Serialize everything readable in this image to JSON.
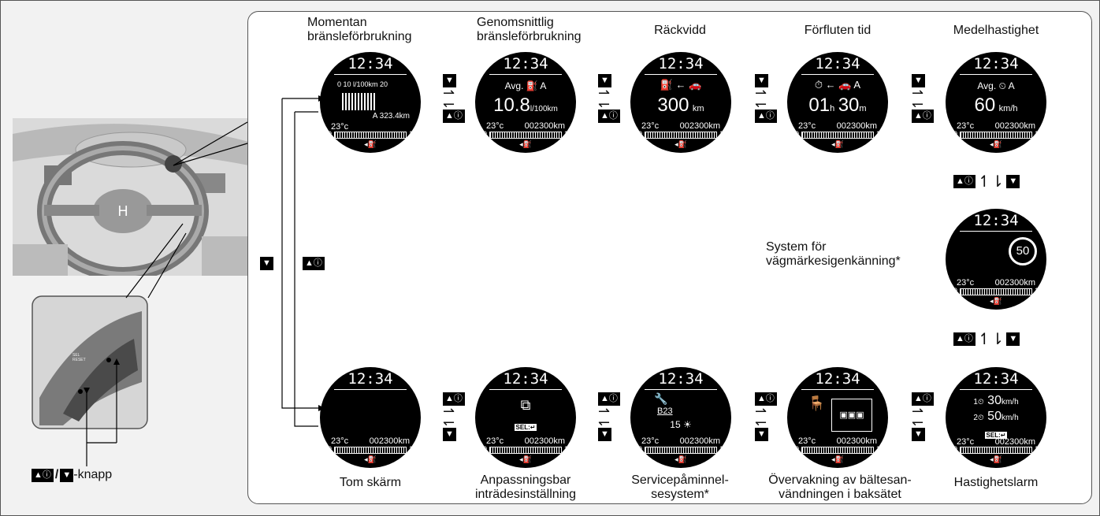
{
  "clock": "12:34",
  "temp": "23°c",
  "odometer": "002300km",
  "bar_left": "0",
  "bar_right": "1",
  "btn_up": "▲ⓘ",
  "btn_down": "▼",
  "sel_label": "SEL:↵",
  "top_labels": [
    [
      "Momentan",
      "bränsleförbrukning"
    ],
    [
      "Genomsnittlig",
      "bränsleförbrukning"
    ],
    [
      "Räckvidd"
    ],
    [
      "Förfluten tid"
    ],
    [
      "Medelhastighet"
    ]
  ],
  "bottom_labels": [
    [
      "Tom skärm"
    ],
    [
      "Anpassningsbar",
      "inträdesinställning"
    ],
    [
      "Servicepåminnel-",
      "sesystem*"
    ],
    [
      "Övervakning av bältesan-",
      "vändningen i baksätet"
    ],
    [
      "Hastighetslarm"
    ]
  ],
  "middle_label": [
    "System för",
    "vägmärkesigenkänning*"
  ],
  "instant": {
    "scale": "0    10 l/100km 20",
    "range": "A 323.4km"
  },
  "average": {
    "title": "Avg.",
    "trip": "A",
    "value": "10.8",
    "unit": "l/100km"
  },
  "range": {
    "value": "300",
    "unit": "km"
  },
  "elapsed": {
    "trip": "A",
    "hours": "01",
    "h": "h",
    "minutes": "30",
    "m": "m"
  },
  "avgspeed": {
    "title": "Avg.",
    "trip": "A",
    "value": "60",
    "unit": "km/h"
  },
  "sign": {
    "value": "50"
  },
  "speed_alarm": {
    "v1": "30",
    "v2": "50",
    "unit": "km/h"
  },
  "service": {
    "code": "B23",
    "days": "15"
  },
  "button_caption": "-knapp",
  "stalk_text": [
    "SEL",
    "RESET"
  ]
}
